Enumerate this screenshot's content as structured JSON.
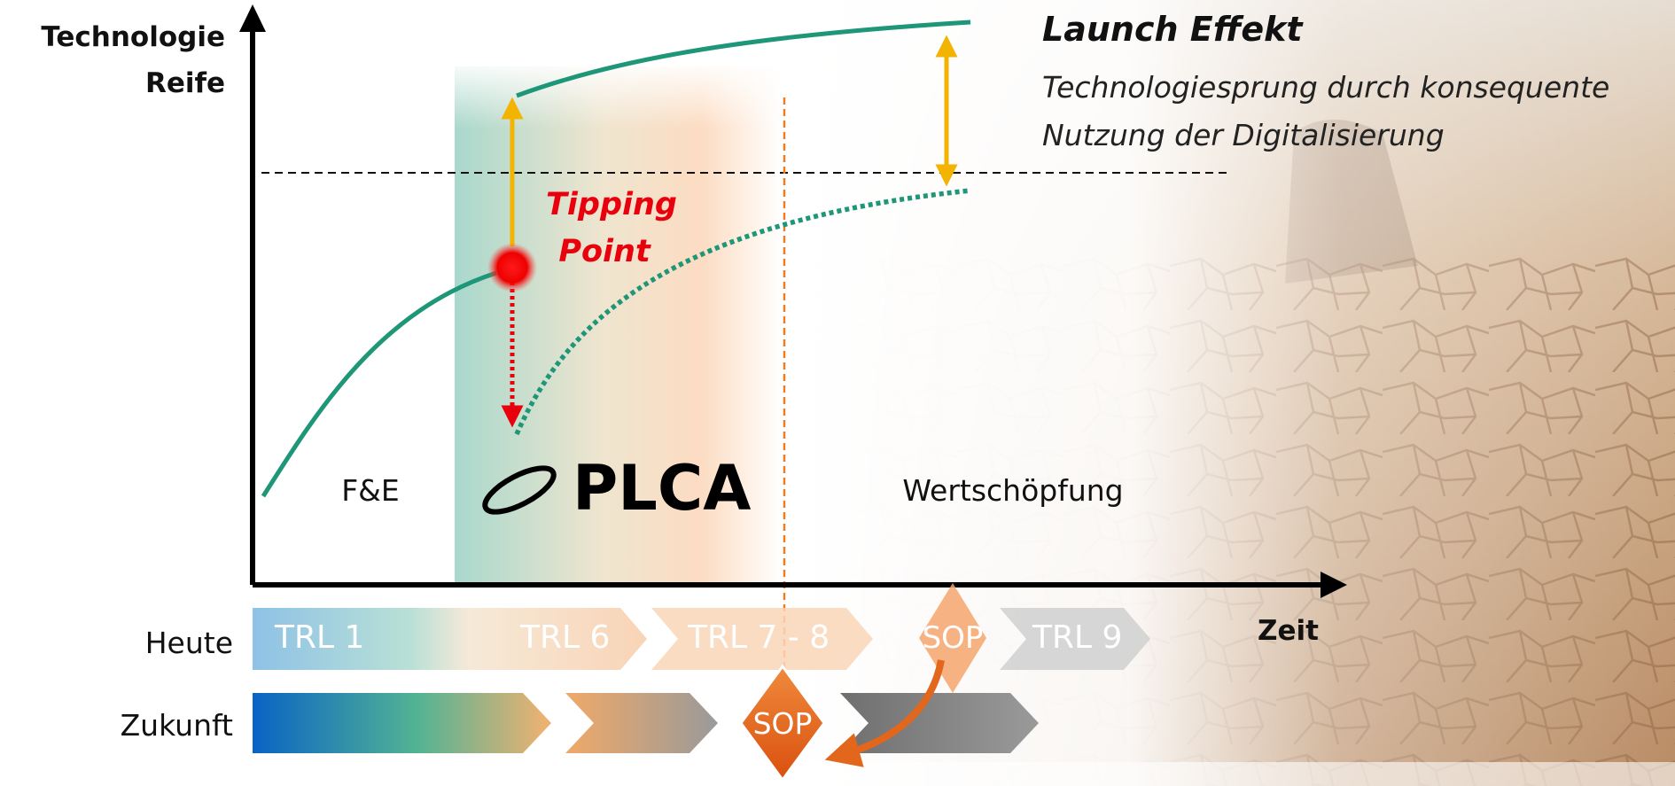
{
  "axis": {
    "y_label_line1": "Technologie",
    "y_label_line2": "Reife",
    "x_label": "Zeit"
  },
  "headline": {
    "title": "Launch Effekt",
    "subtitle_line1": "Technologiesprung durch konsequente",
    "subtitle_line2": "Nutzung der Digitalisierung"
  },
  "tipping_point": {
    "line1": "Tipping",
    "line2": "Point"
  },
  "phases": {
    "rd": "F&E",
    "brand": "PLCA",
    "value_creation": "Wertschöpfung"
  },
  "rows": {
    "today": {
      "label": "Heute",
      "steps": [
        "TRL 1",
        "TRL 6",
        "TRL 7 - 8",
        "SOP",
        "TRL 9"
      ]
    },
    "future": {
      "label": "Zukunft",
      "milestone": "SOP"
    }
  },
  "colors": {
    "curve": "#1e9678",
    "arrow_gold": "#f2b400",
    "tipping_red": "#e8000d",
    "milestone_orange": "#e2661b",
    "plca_teal": "#b4ddd2",
    "plca_peach": "#fbdcc2",
    "ground": "#c9a27a"
  }
}
